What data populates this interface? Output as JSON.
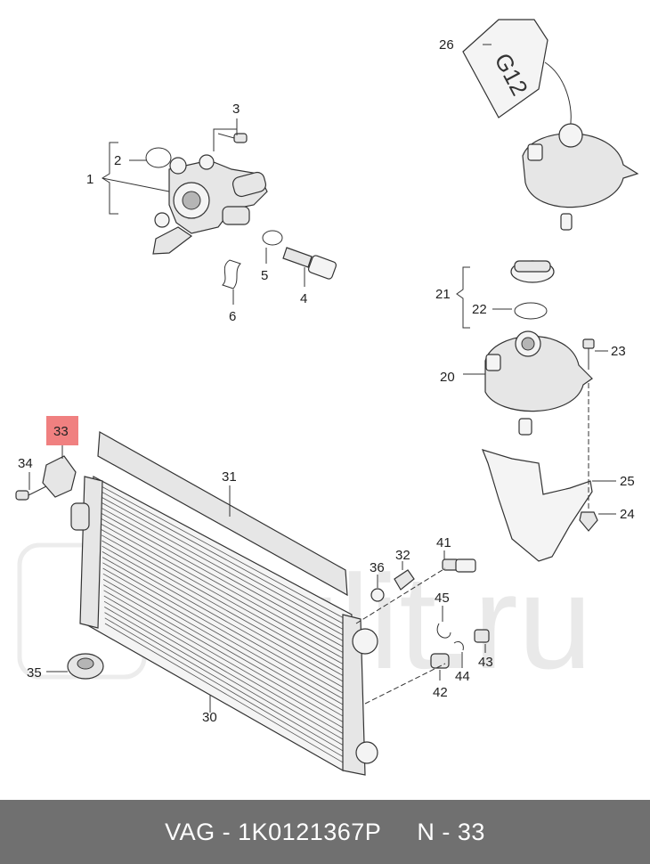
{
  "diagram": {
    "labels": [
      "1",
      "2",
      "3",
      "4",
      "5",
      "6",
      "20",
      "21",
      "22",
      "23",
      "24",
      "25",
      "26",
      "30",
      "31",
      "32",
      "33",
      "34",
      "35",
      "36",
      "41",
      "42",
      "43",
      "44",
      "45"
    ],
    "highlighted_label": "33",
    "highlight_color": "#f08080",
    "reservoir_marking": "G12",
    "watermark": "Rulit.ru"
  },
  "footer": {
    "brand": "VAG",
    "separator": " - ",
    "part_number": "1K0121367P",
    "position_prefix": "N - ",
    "position_number": "33"
  }
}
